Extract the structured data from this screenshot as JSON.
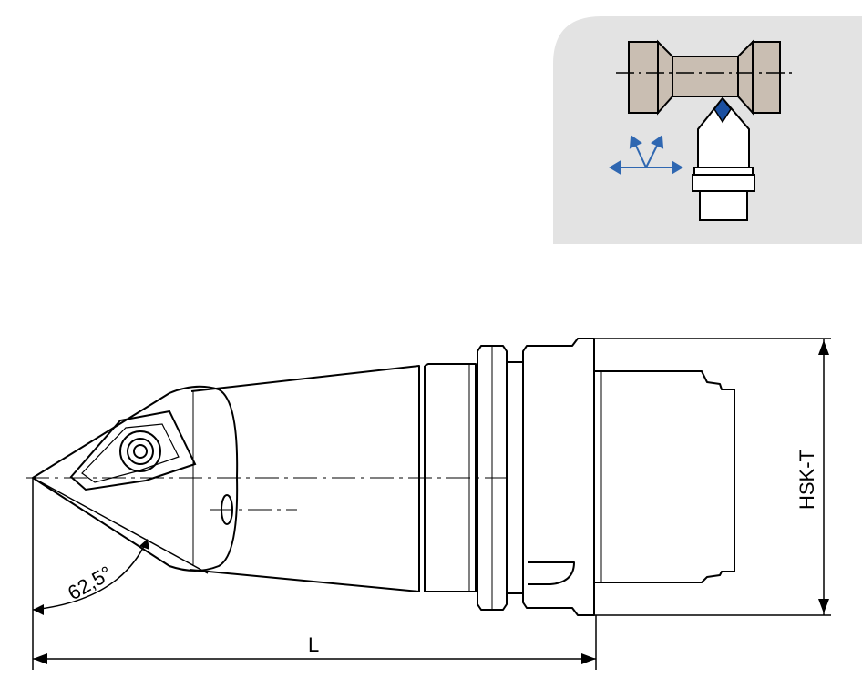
{
  "labels": {
    "angle": "62,5°",
    "length": "L",
    "interface": "HSK-T"
  },
  "icons": {
    "inset": "operation-schematic-icon",
    "arrows": "feed-direction-arrows-icon"
  },
  "colors": {
    "inset_background": "#e3e3e3",
    "workpiece_fill": "#c9beb2",
    "insert_blue": "#1a4fa0",
    "arrow_blue": "#2f67b1",
    "line": "#000000"
  }
}
